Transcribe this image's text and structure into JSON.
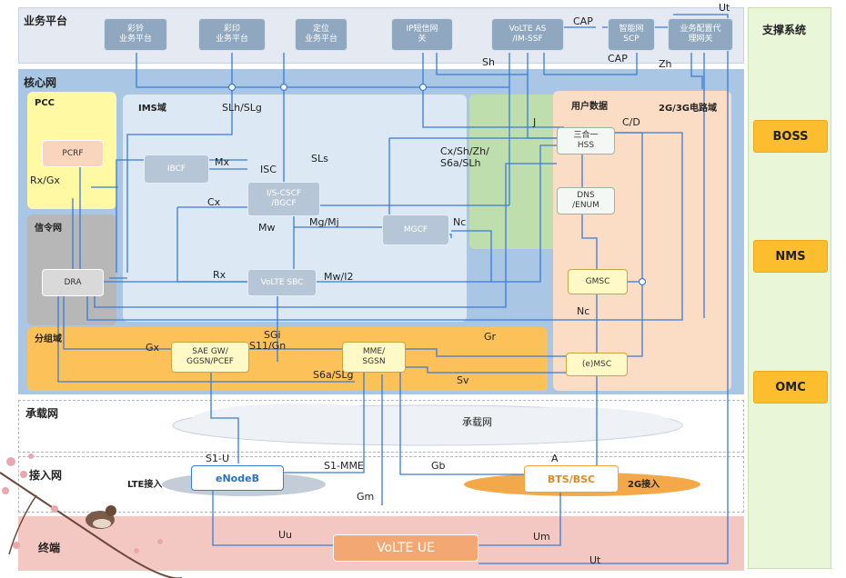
{
  "layers": {
    "service": "业务平台",
    "core": "核心网",
    "pcc": "PCC",
    "ims": "IMS域",
    "userdata": "用户数据",
    "cs": "2G/3G电路域",
    "signaling": "信令网",
    "packet": "分组域",
    "bearer": "承载网",
    "access": "接入网",
    "terminal": "终端",
    "support": "支撑系统"
  },
  "service_nodes": [
    "彩铃\n业务平台",
    "彩印\n业务平台",
    "定位\n业务平台",
    "IP短信网\n关",
    "VoLTE AS\n/IM-SSF",
    "智能网\nSCP",
    "业务配置代\n理网关"
  ],
  "nodes": {
    "pcrf": "PCRF",
    "ibcf": "IBCF",
    "cscf": "I/S-CSCF\n/BGCF",
    "mgcf": "MGCF",
    "hss": "三合一\nHSS",
    "dns": "DNS\n/ENUM",
    "dra": "DRA",
    "sbc": "VoLTE SBC",
    "gmsc": "GMSC",
    "saegw": "SAE GW/\nGGSN/PCEF",
    "mme": "MME/\nSGSN",
    "emsc": "(e)MSC",
    "enodeb": "eNodeB",
    "bts": "BTS/BSC",
    "ue": "VoLTE UE"
  },
  "access_labels": {
    "lte": "LTE接入",
    "g2": "2G接入"
  },
  "bearer_cloud": "承载网",
  "support_items": [
    "BOSS",
    "NMS",
    "OMC"
  ],
  "interfaces": {
    "ut_top": "Ut",
    "cap1": "CAP",
    "cap2": "CAP",
    "sh": "Sh",
    "zh": "Zh",
    "slh": "SLh/SLg",
    "j": "J",
    "cd": "C/D",
    "cxsh": "Cx/Sh/Zh/\nS6a/SLh",
    "rxgx": "Rx/Gx",
    "mx": "Mx",
    "isc": "ISC",
    "sls": "SLs",
    "cx": "Cx",
    "mw": "Mw",
    "mgmj": "Mg/Mj",
    "nc1": "Nc",
    "rx": "Rx",
    "mwi2": "Mw/I2",
    "nc2": "Nc",
    "gx": "Gx",
    "sgi": "SGi",
    "s11": "S11/Gn",
    "gr": "Gr",
    "s6a": "S6a/SLg",
    "sv": "Sv",
    "s1u": "S1-U",
    "s1mme": "S1-MME",
    "gb": "Gb",
    "a": "A",
    "gm": "Gm",
    "uu": "Uu",
    "um": "Um",
    "ut_bottom": "Ut"
  }
}
